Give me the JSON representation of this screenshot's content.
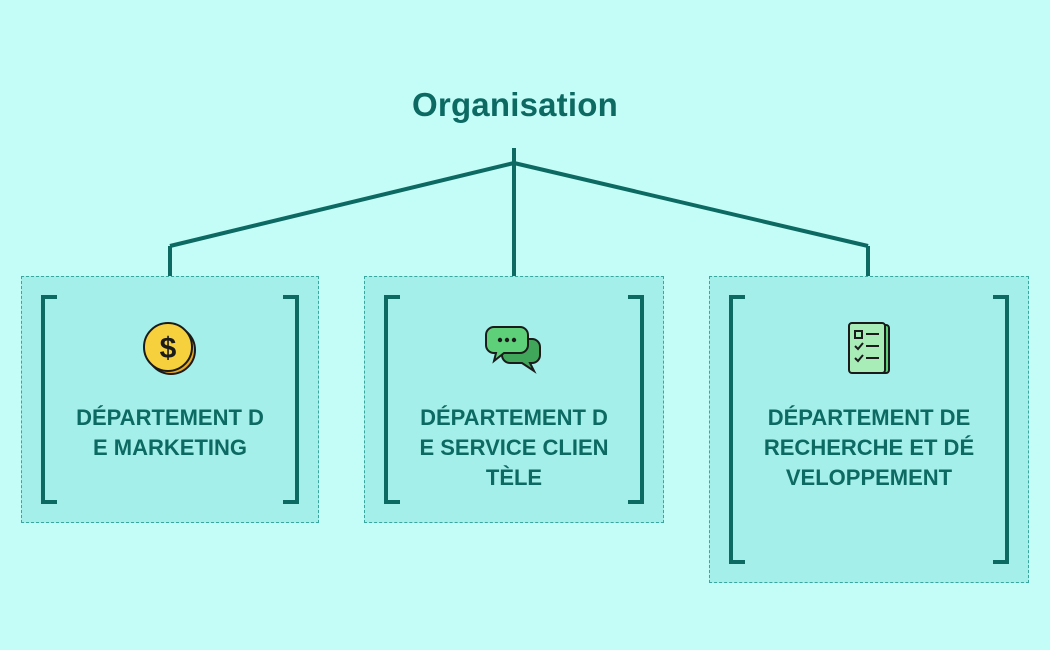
{
  "title": "Organisation",
  "colors": {
    "background": "#c4fcf7",
    "box_fill": "#a4efe9",
    "box_border": "#3aa79f",
    "line": "#0c6a63",
    "text": "#0c6a63"
  },
  "departments": [
    {
      "label": "DÉPARTEMENT DE MARKETING",
      "icon": "dollar-coin-icon"
    },
    {
      "label": "DÉPARTEMENT DE SERVICE CLIENTÈLE",
      "icon": "chat-bubbles-icon"
    },
    {
      "label": "DÉPARTEMENT DE RECHERCHE ET DÉVELOPPEMENT",
      "icon": "checklist-document-icon"
    }
  ]
}
